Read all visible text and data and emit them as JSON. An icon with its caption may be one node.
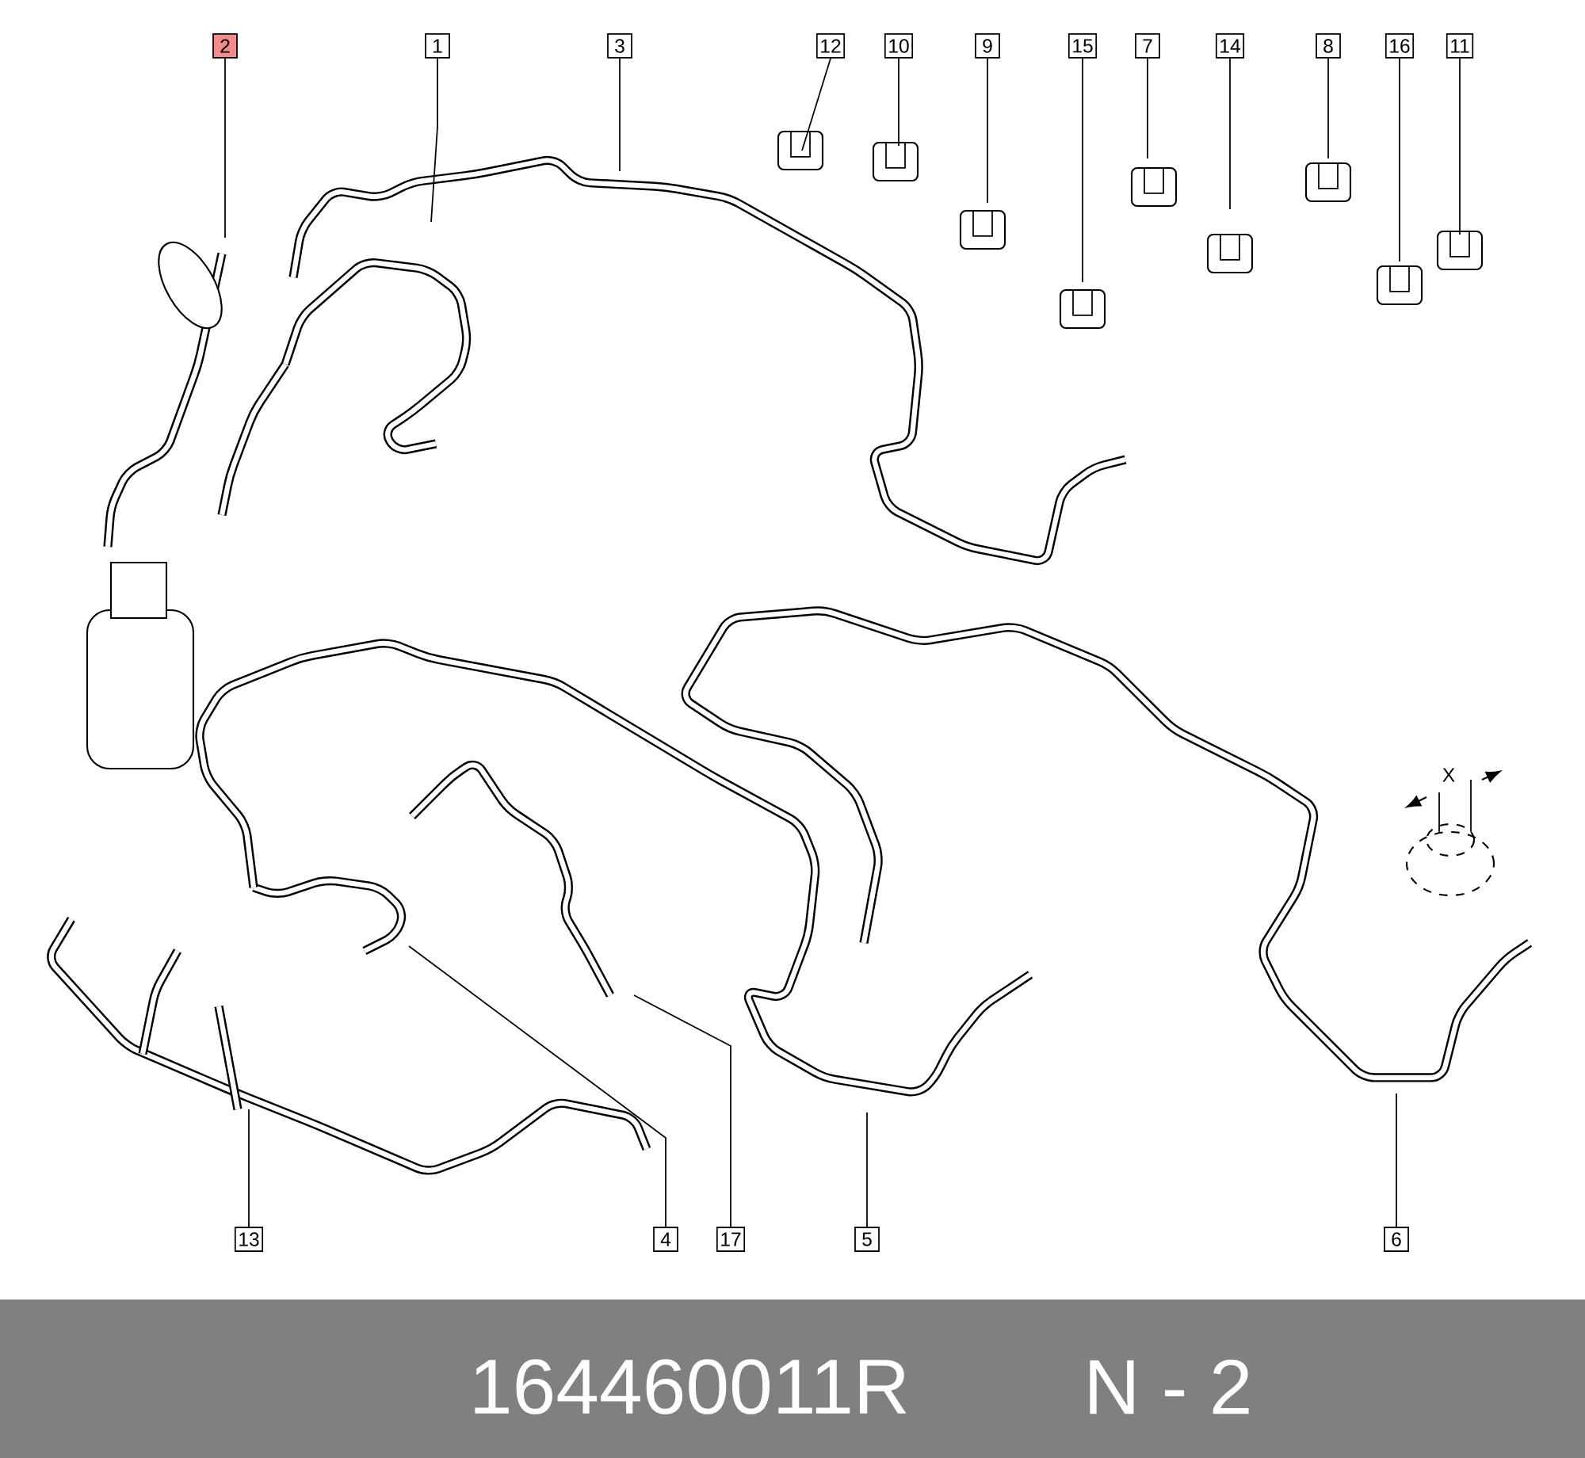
{
  "diagram": {
    "nodes": [
      {
        "text": [
          "2"
        ]
      },
      {
        "text": [
          "1"
        ]
      },
      {
        "text": [
          "3"
        ]
      },
      {
        "text": [
          "12"
        ]
      },
      {
        "text": [
          "10"
        ]
      },
      {
        "text": [
          "9"
        ]
      },
      {
        "text": [
          "15"
        ]
      },
      {
        "text": [
          "7"
        ]
      },
      {
        "text": [
          "14"
        ]
      },
      {
        "text": [
          "8"
        ]
      },
      {
        "text": [
          "16"
        ]
      },
      {
        "text": [
          "11"
        ]
      },
      {
        "text": [
          "13"
        ]
      },
      {
        "text": [
          "4"
        ]
      },
      {
        "text": [
          "17"
        ]
      },
      {
        "text": [
          "5"
        ]
      },
      {
        "text": [
          "6"
        ]
      }
    ],
    "edges": [
      {
        "from": 0,
        "to": null,
        "arrow": "none"
      },
      {
        "from": 1,
        "to": null,
        "arrow": "none"
      },
      {
        "from": 2,
        "to": null,
        "arrow": "none"
      },
      {
        "from": 3,
        "to": null,
        "arrow": "none"
      },
      {
        "from": 4,
        "to": null,
        "arrow": "none"
      },
      {
        "from": 5,
        "to": null,
        "arrow": "none"
      },
      {
        "from": 6,
        "to": null,
        "arrow": "none"
      },
      {
        "from": 7,
        "to": null,
        "arrow": "none"
      },
      {
        "from": 8,
        "to": null,
        "arrow": "none"
      },
      {
        "from": 9,
        "to": null,
        "arrow": "none"
      },
      {
        "from": 10,
        "to": null,
        "arrow": "none"
      },
      {
        "from": 11,
        "to": null,
        "arrow": "none"
      },
      {
        "from": 12,
        "to": null,
        "arrow": "none"
      },
      {
        "from": 13,
        "to": null,
        "arrow": "none"
      },
      {
        "from": 14,
        "to": null,
        "arrow": "none"
      },
      {
        "from": 15,
        "to": null,
        "arrow": "none"
      },
      {
        "from": 16,
        "to": null,
        "arrow": "none"
      }
    ],
    "labels": [
      "X",
      "164460011R",
      "N - 2"
    ]
  }
}
